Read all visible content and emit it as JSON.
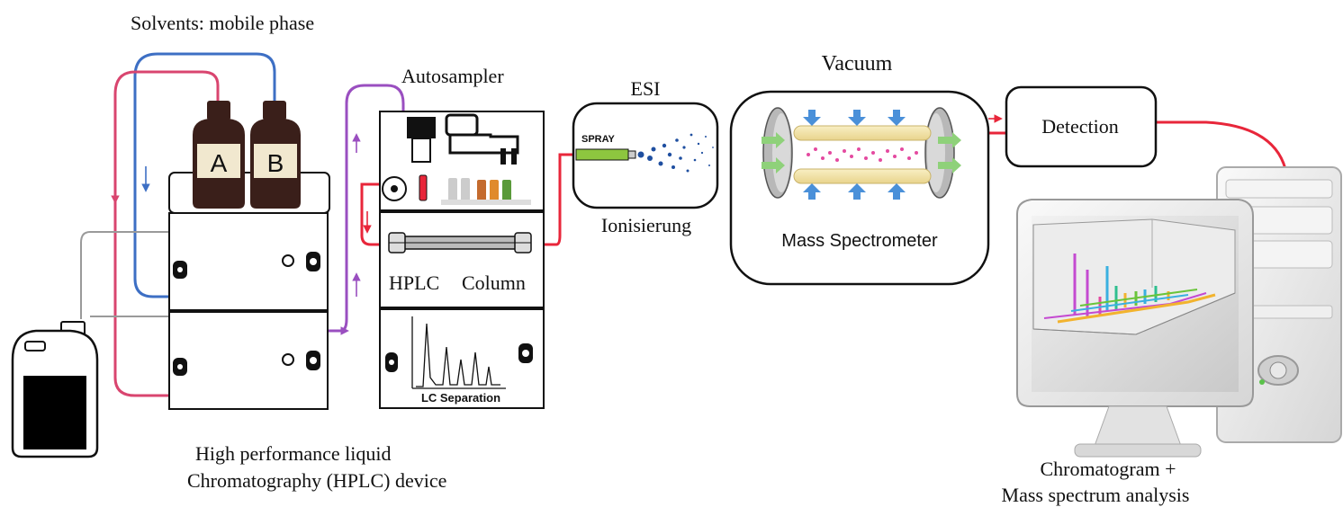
{
  "labels": {
    "solvents": "Solvents: mobile phase",
    "autosampler": "Autosampler",
    "esi": "ESI",
    "vacuum": "Vacuum",
    "detection": "Detection",
    "ionisierung": "Ionisierung",
    "mass_spectrometer": "Mass Spectrometer",
    "hplc": "HPLC",
    "column": "Column",
    "lc_separation": "LC Separation",
    "spray": "SPRAY",
    "bottle_a": "A",
    "bottle_b": "B",
    "hplc_device_line1": "High performance liquid",
    "hplc_device_line2": "Chromatography (HPLC) device",
    "analysis_line1": "Chromatogram +",
    "analysis_line2": "Mass spectrum analysis"
  },
  "colors": {
    "flow_red": "#e8263a",
    "flow_blue": "#3d6fc4",
    "flow_pink": "#d9456f",
    "flow_purple": "#9a4fc0",
    "bottle": "#3a1f1a",
    "column_yellow": "#f6e7b0",
    "arrow_blue": "#4a90d9",
    "arrow_green": "#8fd17a",
    "spray_green": "#8dc63f"
  }
}
